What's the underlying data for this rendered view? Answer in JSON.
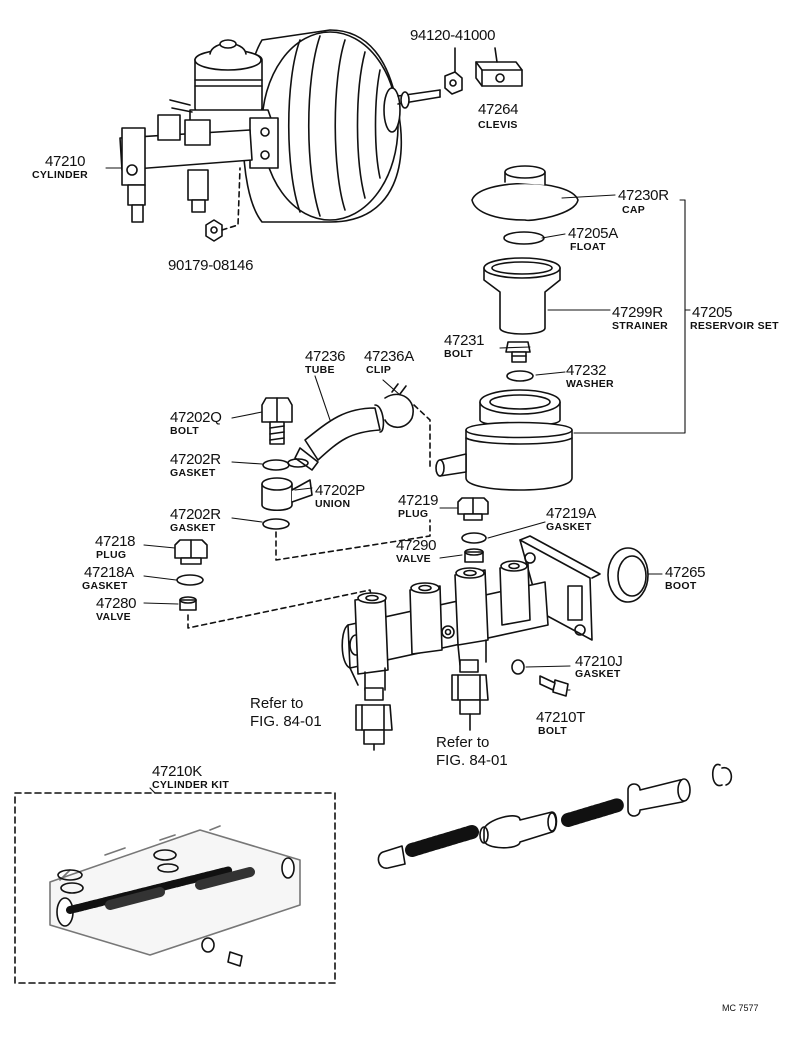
{
  "labels": {
    "p_94120_41000": "94120-41000",
    "p_47264": "47264",
    "n_clevis": "CLEVIS",
    "p_47210": "47210",
    "n_cylinder": "CYLINDER",
    "p_90179_08146": "90179-08146",
    "p_47230R": "47230R",
    "n_cap": "CAP",
    "p_47205A": "47205A",
    "n_float": "FLOAT",
    "p_47299R": "47299R",
    "n_strainer": "STRAINER",
    "p_47205": "47205",
    "n_reservoir_set": "RESERVOIR SET",
    "p_47231": "47231",
    "n_bolt_1": "BOLT",
    "p_47232": "47232",
    "n_washer": "WASHER",
    "p_47236": "47236",
    "n_tube": "TUBE",
    "p_47236A": "47236A",
    "n_clip": "CLIP",
    "p_47202Q": "47202Q",
    "n_bolt_2": "BOLT",
    "p_47202R_1": "47202R",
    "n_gasket_1": "GASKET",
    "p_47202P": "47202P",
    "n_union": "UNION",
    "p_47202R_2": "47202R",
    "n_gasket_2": "GASKET",
    "p_47219": "47219",
    "n_plug_1": "PLUG",
    "p_47219A": "47219A",
    "n_gasket_3": "GASKET",
    "p_47218": "47218",
    "n_plug_2": "PLUG",
    "p_47290": "47290",
    "n_valve_1": "VALVE",
    "p_47265": "47265",
    "n_boot": "BOOT",
    "p_47218A": "47218A",
    "n_gasket_4": "GASKET",
    "p_47280": "47280",
    "n_valve_2": "VALVE",
    "p_47210J": "47210J",
    "n_gasket_5": "GASKET",
    "ref1_a": "Refer to",
    "ref1_b": "FIG. 84-01",
    "p_47210T": "47210T",
    "n_bolt_3": "BOLT",
    "ref2_a": "Refer to",
    "ref2_b": "FIG. 84-01",
    "p_47210K": "47210K",
    "n_cylinder_kit": "CYLINDER KIT",
    "code": "MC 7577"
  }
}
